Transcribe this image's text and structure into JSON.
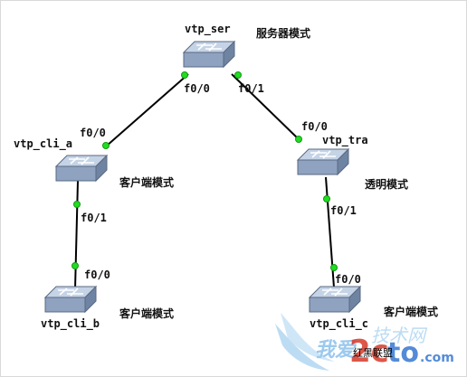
{
  "nodes": {
    "vtp_ser": {
      "name": "vtp_ser",
      "mode": "服务器模式"
    },
    "vtp_cli_a": {
      "name": "vtp_cli_a",
      "mode": "客户端模式"
    },
    "vtp_tra": {
      "name": "vtp_tra",
      "mode": "透明模式"
    },
    "vtp_cli_b": {
      "name": "vtp_cli_b",
      "mode": "客户端模式"
    },
    "vtp_cli_c": {
      "name": "vtp_cli_c",
      "mode": "客户端模式"
    }
  },
  "links": [
    {
      "a": "vtp_ser",
      "a_port": "f0/0",
      "b": "vtp_cli_a",
      "b_port": "f0/0"
    },
    {
      "a": "vtp_ser",
      "a_port": "f0/1",
      "b": "vtp_tra",
      "b_port": "f0/0"
    },
    {
      "a": "vtp_cli_a",
      "a_port": "f0/1",
      "b": "vtp_cli_b",
      "b_port": "f0/0"
    },
    {
      "a": "vtp_tra",
      "a_port": "f0/1",
      "b": "vtp_cli_c",
      "b_port": "f0/0"
    }
  ],
  "watermark": {
    "site": "2cto.com",
    "text": "红黑联盟"
  },
  "colors": {
    "link_dot": "#22dd22",
    "switch_top": "#c5d3e6",
    "switch_side": "#8fa3c0"
  }
}
